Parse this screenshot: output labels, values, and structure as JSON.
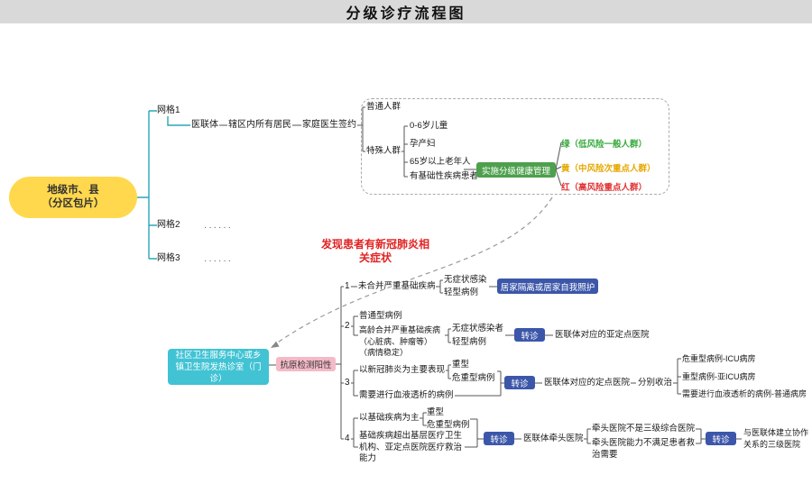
{
  "title": "分级诊疗流程图",
  "root": {
    "line1": "地级市、县",
    "line2": "（分区包片）"
  },
  "tree": {
    "grid1": "网格1",
    "grid2": "网格2",
    "grid3": "网格3",
    "dots2": "······",
    "dots3": "······",
    "consortium": "医联体",
    "residents": "辖区内所有居民",
    "family_doctor": "家庭医生签约"
  },
  "population": {
    "general": "普通人群",
    "special": "特殊人群",
    "items": [
      "0-6岁儿童",
      "孕产妇",
      "65岁以上老年人",
      "有基础性疾病患者"
    ],
    "management": "实施分级健康管理",
    "levels": [
      "绿（低风险一般人群）",
      "黄（中风险次重点人群）",
      "红（高风险重点人群）"
    ]
  },
  "symptom_note": "发现患者有新冠肺炎相关症状",
  "clinic": "社区卫生服务中心或乡镇卫生院发热诊室（门诊）",
  "antigen": "抗原检测阳性",
  "branch1": {
    "num": "1",
    "condition": "未合并严重基础疾病",
    "case1": "无症状感染",
    "case2": "轻型病例",
    "action": "居家隔离或居家自我照护"
  },
  "branch2": {
    "num": "2",
    "cond1": "普通型病例",
    "cond2": "高龄合并严重基础疾病（心脏病、肿瘤等）（病情稳定）",
    "case1": "无症状感染者",
    "case2": "轻型病例",
    "action": "转诊",
    "dest": "医联体对应的亚定点医院"
  },
  "branch3": {
    "num": "3",
    "cond1": "以新冠肺炎为主要表现",
    "cond2": "需要进行血液透析的病例",
    "case1": "重型",
    "case2": "危重型病例",
    "action": "转诊",
    "dest": "医联体对应的定点医院",
    "note": "分别收治",
    "wards": [
      "危重型病例-ICU病房",
      "重型病例-亚ICU病房",
      "需要进行血液透析的病例-普通病房"
    ]
  },
  "branch4": {
    "num": "4",
    "cond1": "以基础疾病为主",
    "cond2": "基础疾病超出基层医疗卫生机构、亚定点医院医疗救治能力",
    "case1": "重型",
    "case2": "危重型病例",
    "action": "转诊",
    "dest": "医联体牵头医院",
    "sub1": "牵头医院不是三级综合医院",
    "sub2": "牵头医院能力不满足患者救治需要",
    "action2": "转诊",
    "dest2": "与医联体建立协作关系的三级医院"
  },
  "colors": {
    "title_bar_bg": "#d9d9d9",
    "root_yellow": "#ffd84d",
    "tree_line_teal": "#2aa6b6",
    "clinic_cyan": "#41c3d4",
    "antigen_pink": "#f4bac8",
    "referral_blue": "#3c57a9",
    "management_green": "#4da04d",
    "level_green": "#36a93c",
    "level_yellow": "#e5a800",
    "level_red": "#e03030",
    "alert_red": "#e02424"
  }
}
